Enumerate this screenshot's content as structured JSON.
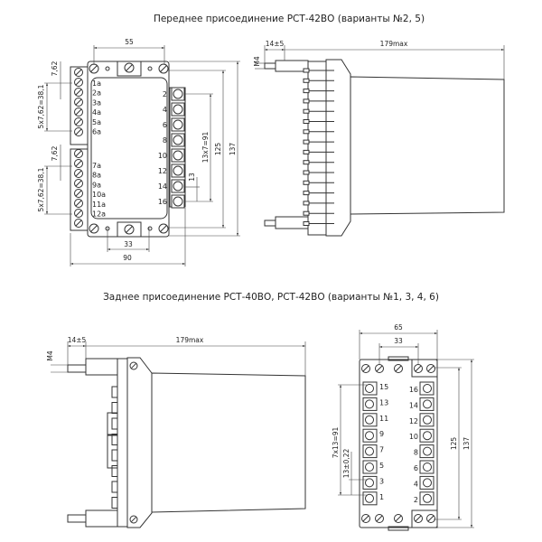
{
  "front": {
    "title": "Переднее присоединение РСТ-42ВО (варианты №2, 5)",
    "dims": {
      "width_top": "55",
      "width_total": "90",
      "mount_spacing": "33",
      "pitch_left": "7,62",
      "group_left": "5x7,62=38,1",
      "pitch_left2": "7,62",
      "group_left2": "5x7,62=38,1",
      "pitch_right": "13x7=91",
      "step_right": "13",
      "height_inner": "125",
      "height_total": "137"
    },
    "left_terminals": [
      "1a",
      "2a",
      "3a",
      "4a",
      "5a",
      "6a",
      "7a",
      "8a",
      "9a",
      "10a",
      "11a",
      "12a"
    ],
    "right_terminals": [
      "2",
      "4",
      "6",
      "8",
      "10",
      "12",
      "14",
      "16"
    ],
    "side_dims": {
      "thread": "M4",
      "pin": "14±5",
      "length": "179max"
    }
  },
  "rear": {
    "title": "Заднее присоединение РСТ-40ВО, РСТ-42ВО (варианты №1, 3, 4, 6)",
    "side_dims": {
      "thread": "M4",
      "pin": "14±5",
      "length": "179max"
    },
    "dims": {
      "width_total": "65",
      "mount_spacing": "33",
      "height_inner": "125",
      "height_total": "137",
      "pitch": "7x13=91",
      "step": "13±0,22"
    },
    "left_terminals": [
      "15",
      "13",
      "11",
      "9",
      "7",
      "5",
      "3",
      "1"
    ],
    "right_terminals": [
      "16",
      "14",
      "12",
      "10",
      "8",
      "6",
      "4",
      "2"
    ]
  }
}
